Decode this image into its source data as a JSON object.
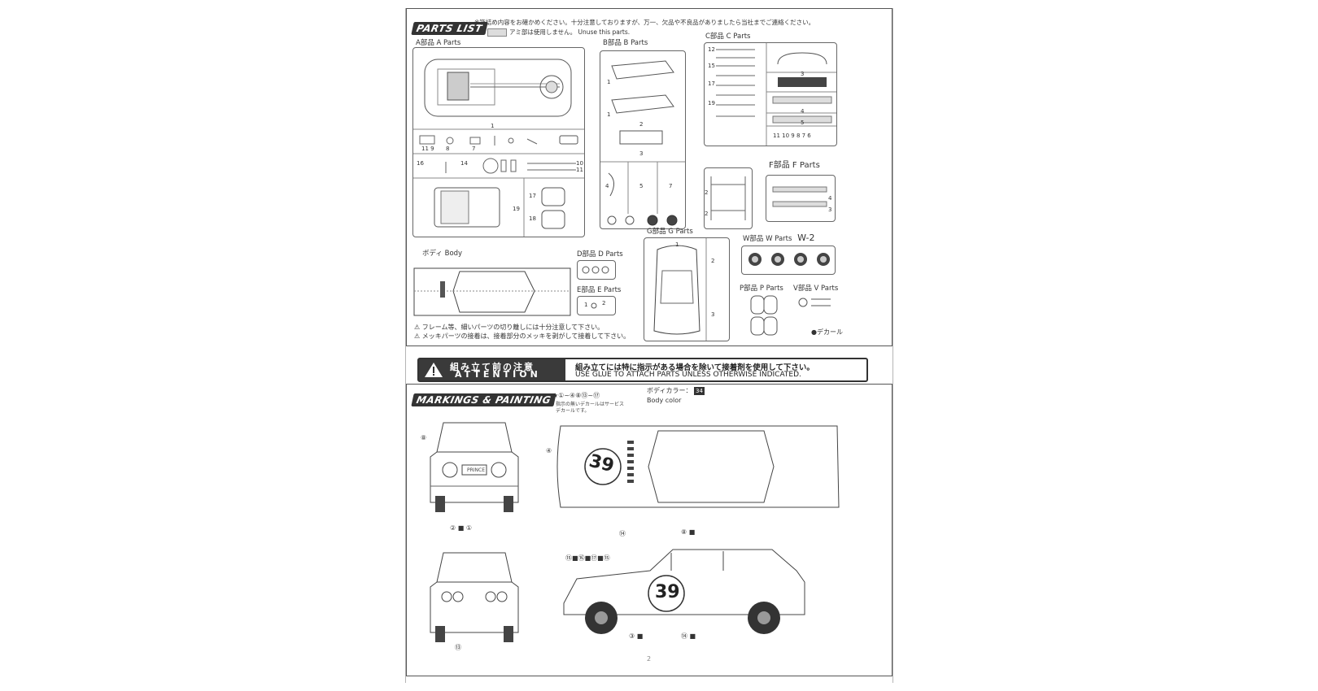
{
  "parts_list": {
    "heading": "PARTS LIST",
    "notice_line1": "※箱詰め内容をお確かめください。十分注意しておりますが、万一、欠品や不良品がありましたら当社までご連絡ください。",
    "notice_line2": "アミ部は使用しません。 Unuse this parts.",
    "groups": {
      "a": "A部品 A Parts",
      "b": "B部品 B Parts",
      "c": "C部品 C Parts",
      "f": "F部品 F Parts",
      "body": "ボディ Body",
      "d": "D部品 D Parts",
      "e": "E部品 E Parts",
      "g": "G部品 G Parts",
      "w": "W部品 W Parts",
      "w_code": "W-2",
      "p": "P部品 P Parts",
      "v": "V部品 V Parts"
    },
    "caution1": "フレーム等、細いパーツの切り離しには十分注意して下さい。",
    "caution2": "メッキパーツの接着は、接着部分のメッキを剥がして接着して下さい。",
    "decal": "●デカール"
  },
  "attention": {
    "jp_title": "組み立て前の注意",
    "en_title": "ATTENTION",
    "jp_text": "組み立てには特に指示がある場合を除いて接着剤を使用して下さい。",
    "en_text": "USE GLUE TO ATTACH PARTS UNLESS OTHERWISE INDICATED."
  },
  "markings": {
    "heading": "MARKINGS & PAINTING",
    "decal_range": "①~④⑧⑬~⑰",
    "decal_note1": "指示の無いデカールはサービス",
    "decal_note2": "デカールです。",
    "body_color_jp": "ボディカラー：",
    "body_color_en": "Body color",
    "color_code": "34",
    "plate_text": "PRINCE",
    "race_number": "39",
    "callouts": {
      "c1": "①",
      "c2": "②",
      "c3": "③",
      "c4": "④",
      "c8": "⑧",
      "c13": "⑬",
      "c14": "⑭",
      "c15": "⑮",
      "c16": "⑯",
      "c17": "⑰"
    }
  },
  "page_number": "2"
}
